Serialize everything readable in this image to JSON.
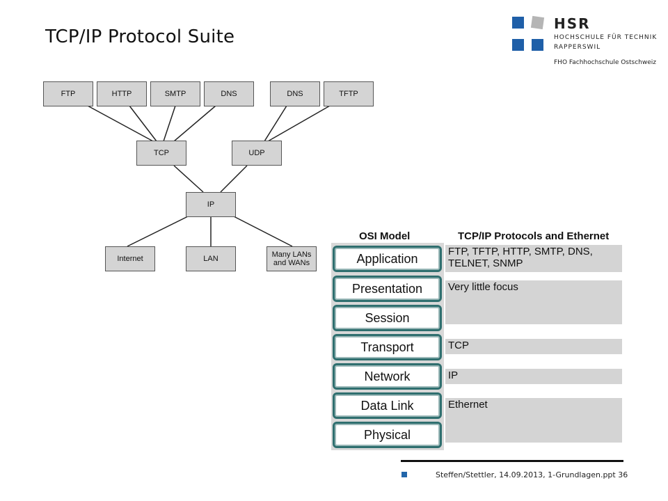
{
  "slide": {
    "title": "TCP/IP Protocol Suite",
    "footer": "Steffen/Stettler, 14.09.2013, 1-Grundlagen.ppt 36"
  },
  "logo": {
    "name": "HSR",
    "line1": "HOCHSCHULE FÜR TECHNIK",
    "line2": "RAPPERSWIL",
    "line3": "FHO Fachhochschule Ostschweiz"
  },
  "tree": {
    "app": [
      "FTP",
      "HTTP",
      "SMTP",
      "DNS",
      "DNS",
      "TFTP"
    ],
    "transport": [
      "TCP",
      "UDP"
    ],
    "network": "IP",
    "links": [
      "Internet",
      "LAN",
      "Many LANs\nand WANs"
    ]
  },
  "comparison": {
    "osi_header": "OSI Model",
    "tcpip_header": "TCP/IP Protocols and Ethernet",
    "layers": [
      "Application",
      "Presentation",
      "Session",
      "Transport",
      "Network",
      "Data Link",
      "Physical"
    ],
    "protocols": {
      "application": "FTP, TFTP, HTTP, SMTP, DNS,\nTELNET, SNMP",
      "presentation_session": "Very little focus",
      "transport": "TCP",
      "network": "IP",
      "datalink_physical": "Ethernet"
    }
  },
  "colors": {
    "logo_blue": "#1f5fa8",
    "logo_grey": "#b5b5b5",
    "node_fill": "#d4d4d4",
    "layer_border": "#2f6f6f"
  }
}
